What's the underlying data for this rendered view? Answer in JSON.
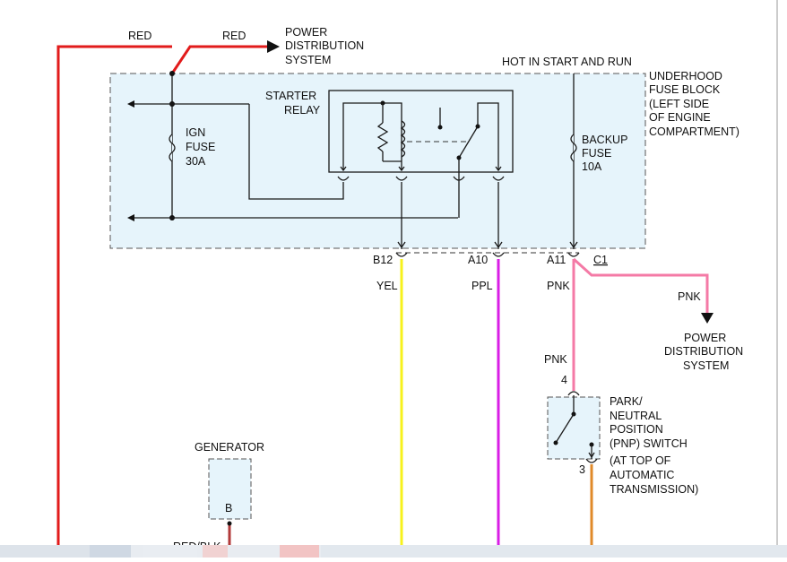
{
  "colors": {
    "red": "#e21b1b",
    "yellow": "#f7f21c",
    "purple": "#d91ee6",
    "pink": "#f47aa6",
    "orange": "#e08a2a",
    "red_blk": "#b23a3a",
    "box_fill": "#e6f4fb"
  },
  "wires": {
    "red_left": "RED",
    "red_top": "RED",
    "yel": "YEL",
    "ppl": "PPL",
    "pnk_vertical": "PNK",
    "pnk_branch": "PNK",
    "pnk_switch": "PNK",
    "red_blk": "RED/BLK"
  },
  "labels": {
    "power_dist_top": [
      "POWER",
      "DISTRIBUTION",
      "SYSTEM"
    ],
    "hot_in_start": "HOT IN START AND RUN",
    "underhood": [
      "UNDERHOOD",
      "FUSE BLOCK",
      "(LEFT SIDE",
      "OF ENGINE",
      "COMPARTMENT)"
    ],
    "starter_relay": [
      "STARTER",
      "RELAY"
    ],
    "ign_fuse": [
      "IGN",
      "FUSE",
      "30A"
    ],
    "backup_fuse": [
      "BACKUP",
      "FUSE",
      "10A"
    ],
    "pins": {
      "b12": "B12",
      "a10": "A10",
      "a11": "A11",
      "c1": "C1"
    },
    "power_dist_right": [
      "POWER",
      "DISTRIBUTION",
      "SYSTEM"
    ],
    "pnp_switch": [
      "PARK/",
      "NEUTRAL",
      "POSITION",
      "(PNP) SWITCH",
      "(AT TOP OF",
      "AUTOMATIC",
      "TRANSMISSION)"
    ],
    "pnp_pin_top": "4",
    "pnp_pin_bottom": "3",
    "generator": "GENERATOR",
    "generator_pin": "B"
  }
}
